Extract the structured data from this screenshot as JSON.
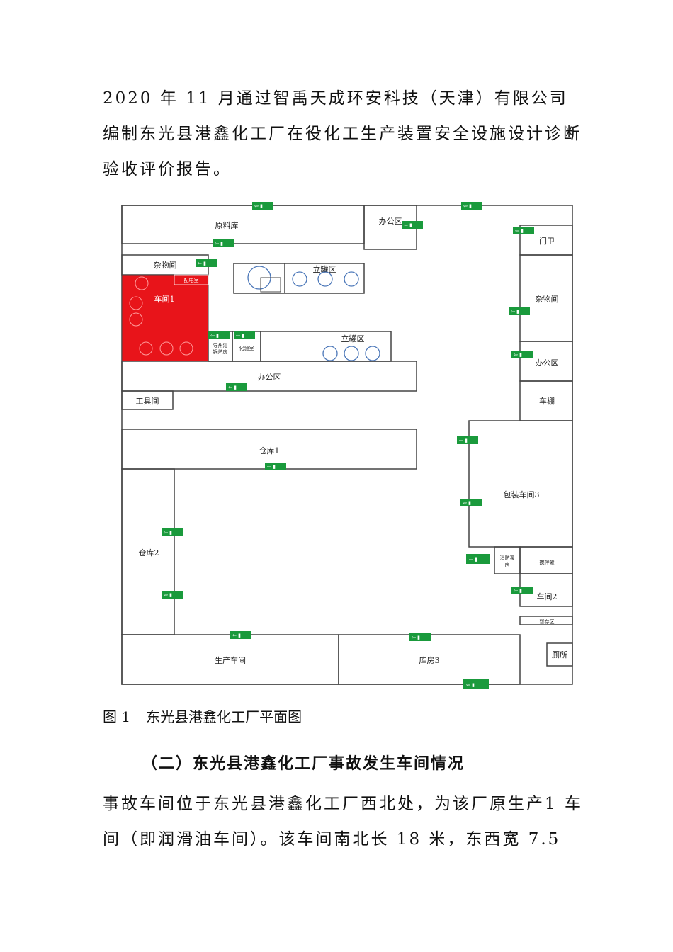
{
  "paragraph_top": "2020 年 11 月通过智禹天成环安科技（天津）有限公司编制东光县港鑫化工厂在役化工生产装置安全设施设计诊断验收评价报告。",
  "figure": {
    "caption_number": "图 1",
    "caption_text": "东光县港鑫化工厂平面图",
    "highlight_color": "#e8141a",
    "exit_sign_color": "#1a9a3c",
    "exit_sign_icon": "emergency-exit-sign-icon",
    "rooms": {
      "raw_material": "原料库",
      "office_top": "办公区",
      "guard": "门卫",
      "sundries_left": "杂物间",
      "workshop1": "车间1",
      "tank_area_top": "立罐区",
      "tank_area_mid": "立罐区",
      "boiler_room": "导热油锅炉房",
      "lab": "化验室",
      "sundries_right": "杂物间",
      "office_right": "办公区",
      "office_mid": "办公区",
      "tool_room": "工具间",
      "shed": "车棚",
      "warehouse1": "仓库1",
      "packaging3": "包装车间3",
      "warehouse2": "仓库2",
      "fire_pump": "消防泵房",
      "mixing_tank": "搅拌罐",
      "workshop2": "车间2",
      "temp_storage": "暂存区",
      "production": "生产车间",
      "storage3": "库房3",
      "toilet": "厕所",
      "small_room_in_workshop1": "配电室"
    }
  },
  "section_heading": "（二）东光县港鑫化工厂事故发生车间情况",
  "paragraph_bottom": "事故车间位于东光县港鑫化工厂西北处，为该厂原生产1 车间（即润滑油车间）。该车间南北长 18 米，东西宽 7.5"
}
